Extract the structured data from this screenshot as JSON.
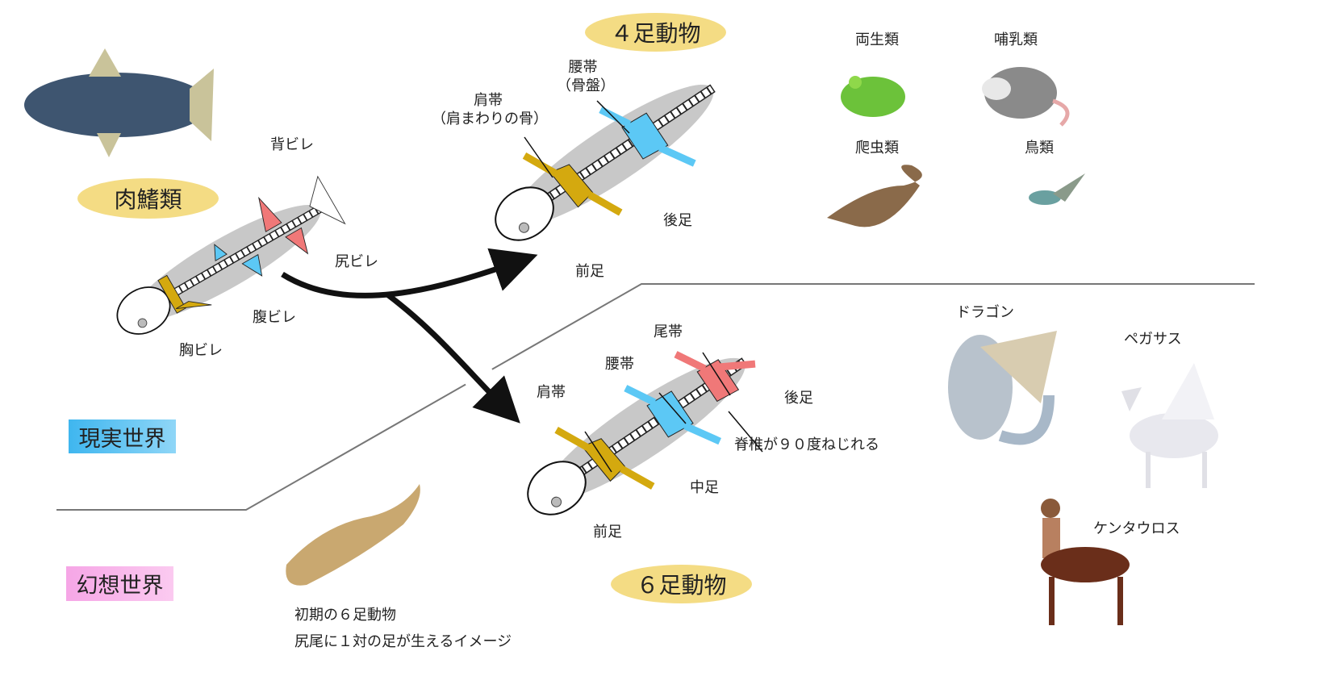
{
  "groups": {
    "sarcopterygii": "肉鰭類",
    "tetrapod": "４足動物",
    "hexapod": "６足動物"
  },
  "worlds": {
    "real": "現実世界",
    "fantasy": "幻想世界"
  },
  "fish_labels": {
    "dorsal": "背ビレ",
    "anal": "尻ビレ",
    "pelvic": "腹ビレ",
    "pectoral": "胸ビレ"
  },
  "tetrapod_labels": {
    "pelvis_line1": "腰帯",
    "pelvis_line2": "（骨盤）",
    "shoulder_line1": "肩帯",
    "shoulder_line2": "（肩まわりの骨）",
    "hind_leg": "後足",
    "front_leg": "前足"
  },
  "real_animals": {
    "amphibian": "両生類",
    "mammal": "哺乳類",
    "reptile": "爬虫類",
    "bird": "鳥類"
  },
  "hexapod_labels": {
    "tail_girdle": "尾帯",
    "pelvis": "腰帯",
    "shoulder": "肩帯",
    "hind_leg": "後足",
    "spine_note": "脊椎が９０度ねじれる",
    "middle_leg": "中足",
    "front_leg": "前足"
  },
  "early_hexapod": {
    "line1": "初期の６足動物",
    "line2": "尻尾に１対の足が生えるイメージ"
  },
  "fantasy_creatures": {
    "dragon": "ドラゴン",
    "pegasus": "ペガサス",
    "centaur": "ケンタウロス"
  },
  "colors": {
    "shoulder_girdle": "#d4a90f",
    "pelvic_girdle": "#5cc8f5",
    "tail_girdle": "#f07878",
    "badge": "#f4dc84"
  }
}
